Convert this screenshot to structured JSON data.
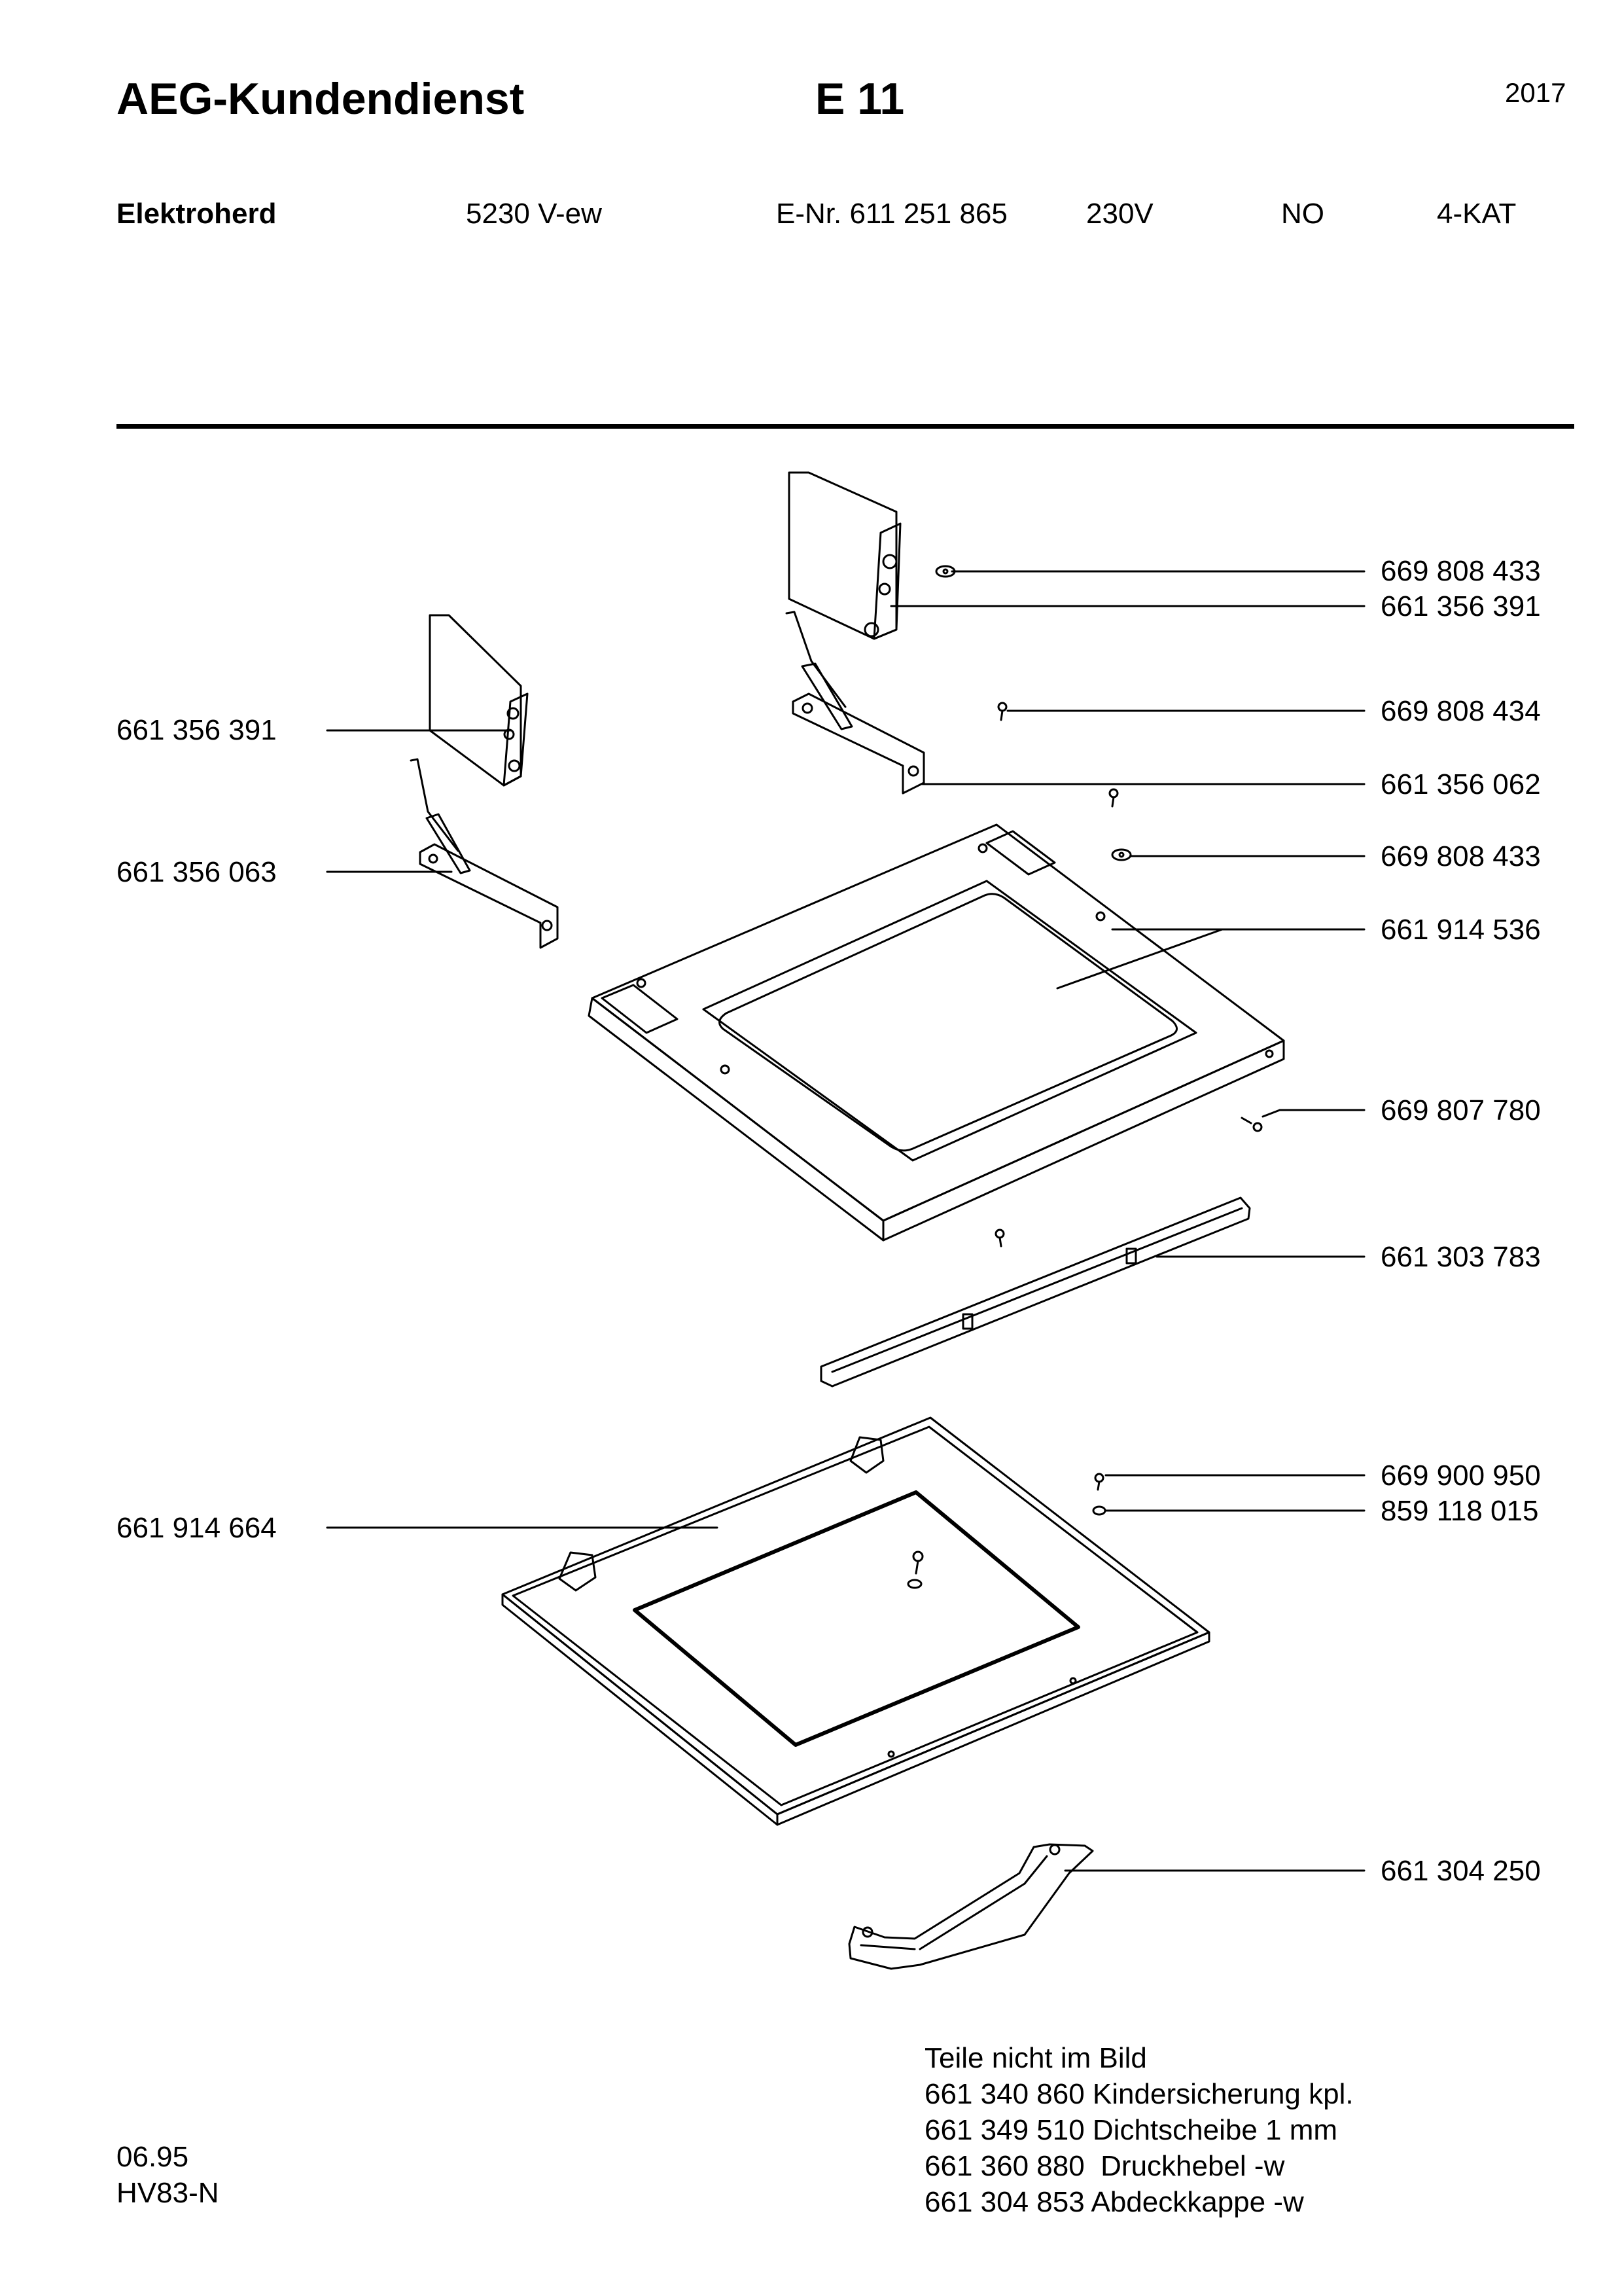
{
  "header": {
    "brand": "AEG-Kundendienst",
    "page_code": "E 11",
    "year": "2017"
  },
  "product": {
    "type": "Elektroherd",
    "model": "5230 V-ew",
    "enr": "E-Nr. 611 251 865",
    "voltage": "230V",
    "country": "NO",
    "variant": "4-KAT"
  },
  "part_labels": {
    "p1": "669 808 433",
    "p2": "661 356 391",
    "p3": "661 356 391",
    "p4": "669 808 434",
    "p5": "661 356 062",
    "p6": "661 356 063",
    "p7": "669 808 433",
    "p8": "661 914 536",
    "p9": "669 807 780",
    "p10": "661 303 783",
    "p11": "669 900 950",
    "p12": "859 118 015",
    "p13": "661 914 664",
    "p14": "661 304 250"
  },
  "notes": {
    "title": "Teile nicht im Bild",
    "items": [
      "661 340 860 Kindersicherung kpl.",
      "661 349 510 Dichtscheibe 1 mm",
      "661 360 880  Druckhebel -w",
      "661 304 853 Abdeckkappe -w"
    ]
  },
  "footer": {
    "date": "06.95",
    "code": "HV83-N"
  }
}
